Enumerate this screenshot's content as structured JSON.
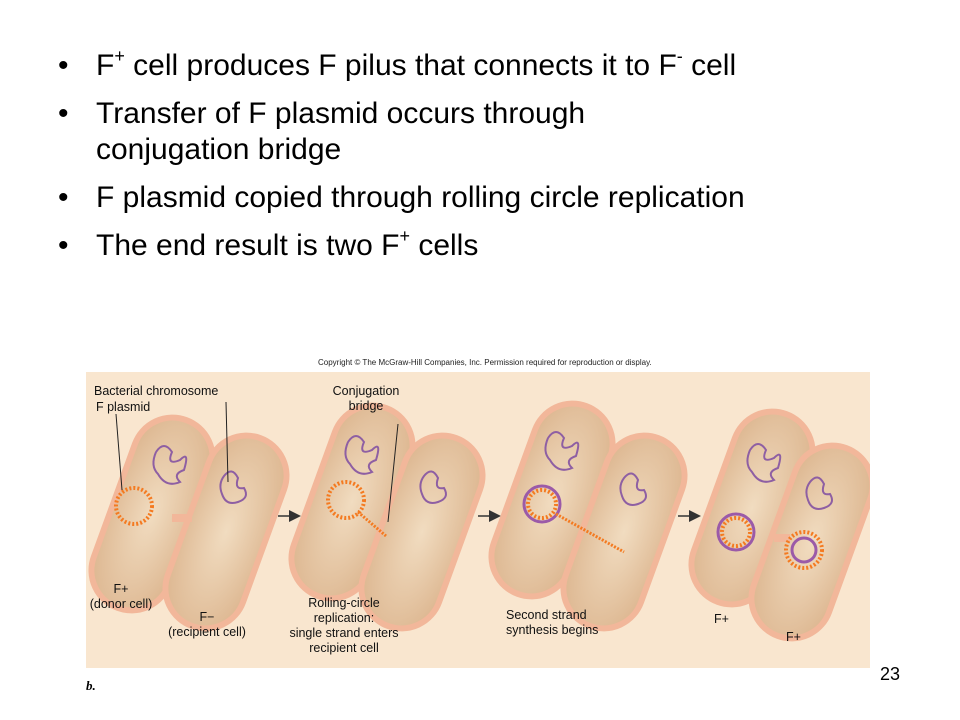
{
  "bullets": [
    {
      "pre": "F",
      "sup": "+",
      "mid": " cell produces F pilus that connects it to F",
      "sup2": "-",
      "post": " cell"
    },
    {
      "text": "Transfer of F plasmid occurs through conjugation bridge"
    },
    {
      "text": "F plasmid copied through rolling circle replication"
    },
    {
      "pre": "The end result is two F",
      "sup": "+",
      "post": " cells"
    }
  ],
  "figure": {
    "copyright": "Copyright © The McGraw-Hill Companies, Inc. Permission required for reproduction or display.",
    "labels": {
      "bacterial_chromosome": "Bacterial chromosome",
      "f_plasmid": "F plasmid",
      "conjugation_bridge": "Conjugation\nbridge",
      "donor": "F+\n(donor cell)",
      "recipient": "F−\n(recipient cell)",
      "rolling_circle": "Rolling-circle\nreplication:\nsingle strand enters\nrecipient cell",
      "second_strand": "Second strand\nsynthesis begins",
      "result_left": "F+",
      "result_right": "F+"
    },
    "letter": "b."
  },
  "page_number": "23",
  "colors": {
    "panel_bg": "#f9e6cf",
    "cell_fill": "#e8c9a6",
    "cell_border": "#f2b79a",
    "plasmid_orange": "#f47a20",
    "plasmid_purple": "#9b5aa8",
    "chromosome": "#8e5fa3",
    "arrow": "#333333"
  }
}
